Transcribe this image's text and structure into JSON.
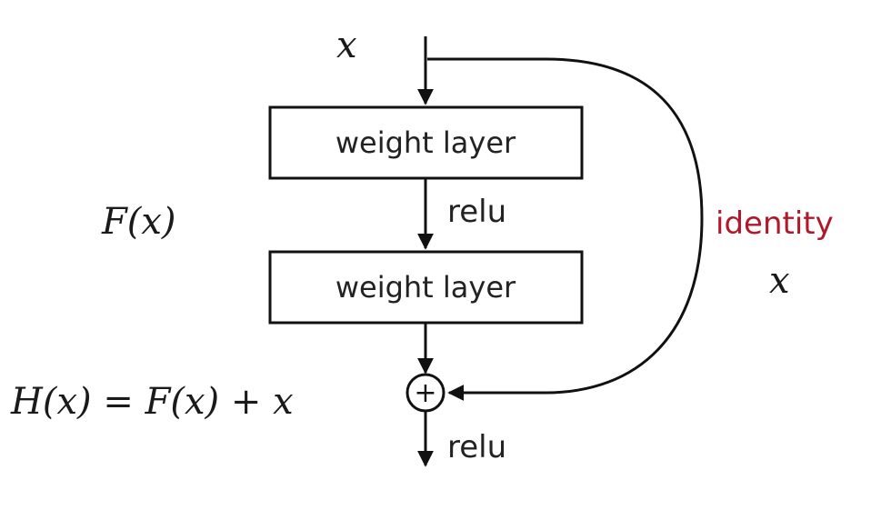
{
  "input_var": "x",
  "blocks": [
    {
      "label": "weight layer"
    },
    {
      "label": "weight layer"
    }
  ],
  "activations": {
    "middle": "relu",
    "output": "relu"
  },
  "residual_label": "F(x)",
  "shortcut": {
    "label": "identity",
    "var": "x",
    "label_color": "#b0182b"
  },
  "output_equation": "H(x) = F(x) + x",
  "sum_symbol": "+"
}
